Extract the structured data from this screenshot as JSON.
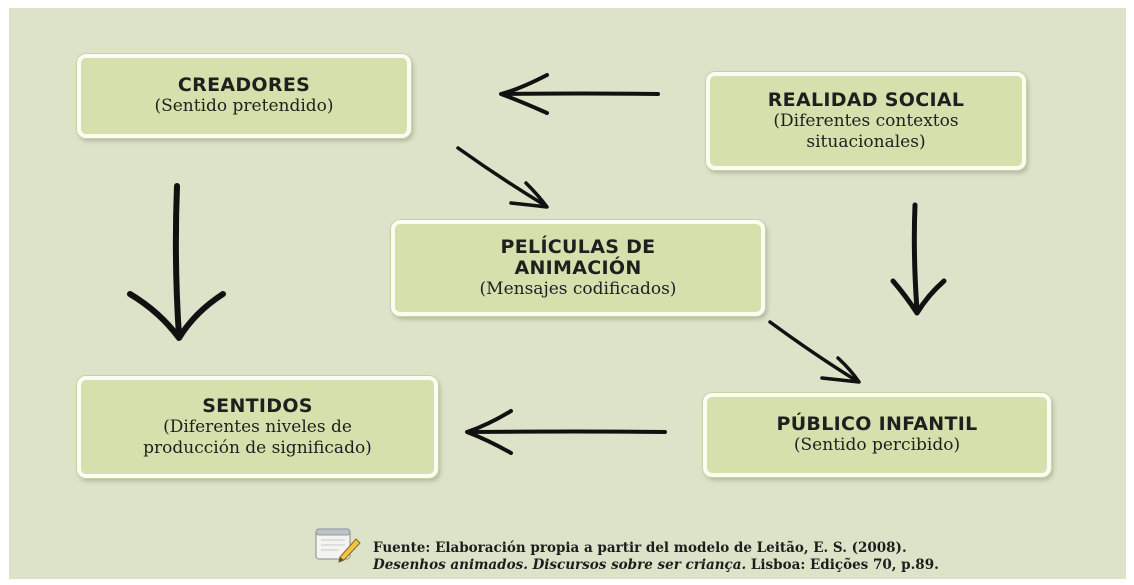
{
  "nodes": {
    "creadores": {
      "title": "CREADORES",
      "subtitle": "(Sentido pretendido)"
    },
    "realidad": {
      "title": "REALIDAD SOCIAL",
      "subtitle_1": "(Diferentes contextos",
      "subtitle_2": "situacionales)"
    },
    "peliculas": {
      "title_1": "PELÍCULAS DE",
      "title_2": "ANIMACIÓN",
      "subtitle": "(Mensajes codificados)"
    },
    "sentidos": {
      "title": "SENTIDOS",
      "subtitle_1": "(Diferentes niveles de",
      "subtitle_2": "producción de significado)"
    },
    "publico": {
      "title": "PÚBLICO INFANTIL",
      "subtitle": "(Sentido percibido)"
    }
  },
  "edges": [
    {
      "from": "REALIDAD SOCIAL",
      "to": "CREADORES"
    },
    {
      "from": "CREADORES",
      "to": "SENTIDOS"
    },
    {
      "from": "CREADORES",
      "to": "PELÍCULAS DE ANIMACIÓN"
    },
    {
      "from": "REALIDAD SOCIAL",
      "to": "PÚBLICO INFANTIL"
    },
    {
      "from": "PELÍCULAS DE ANIMACIÓN",
      "to": "PÚBLICO INFANTIL"
    },
    {
      "from": "PÚBLICO INFANTIL",
      "to": "SENTIDOS"
    }
  ],
  "source": {
    "line_1": "Fuente: Elaboración propia a partir del modelo de Leitão, E. S. (2008).",
    "line_2_italic": "Desenhos animados. Discursos sobre ser criança.",
    "line_2_rest": " Lisboa: Edições 70, p.89."
  },
  "icons": {
    "note": "notepad-pencil-icon",
    "arrow": "chevron-arrow-icon"
  },
  "colors": {
    "background": "#dde3c9",
    "box_fill": "#d5e0ad",
    "box_border": "#fbfcf2",
    "text": "#1f1f1f"
  }
}
